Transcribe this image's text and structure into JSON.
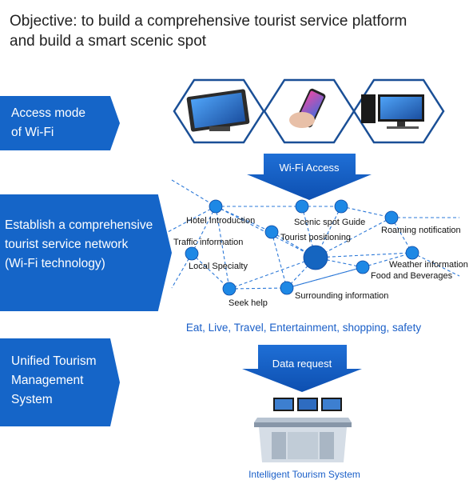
{
  "objective": {
    "line1": "Objective: to build a comprehensive tourist service platform",
    "line2": "and build a smart scenic spot"
  },
  "stages": [
    {
      "lines": [
        "Access mode",
        "of Wi-Fi"
      ]
    },
    {
      "lines": [
        "Establish a comprehensive",
        "tourist service network",
        "(Wi-Fi technology)"
      ]
    },
    {
      "lines": [
        "Unified Tourism",
        "Management",
        "System"
      ]
    }
  ],
  "devices": [
    {
      "icon": "tablet-icon"
    },
    {
      "icon": "smartphone-icon"
    },
    {
      "icon": "desktop-computer-icon"
    }
  ],
  "arrows": {
    "wifi_access": "Wi-Fi Access",
    "data_request": "Data request"
  },
  "network_nodes": {
    "hotel": "Hotel Introduction",
    "scenic": "Scenic spot Guide",
    "roaming": "Roaming notification",
    "traffic": "Traffic information",
    "positioning": "Tourist positioning",
    "local": "Local Specialty",
    "weather": "Weather information",
    "food": "Food and Beverages",
    "seek": "Seek help",
    "surrounding": "Surrounding information"
  },
  "services_line": "Eat, Live, Travel, Entertainment, shopping, safety",
  "system_label": "Intelligent Tourism System",
  "colors": {
    "primary_blue": "#1565c8",
    "node_blue": "#1e88e5",
    "text_blue": "#1a5fc8"
  }
}
